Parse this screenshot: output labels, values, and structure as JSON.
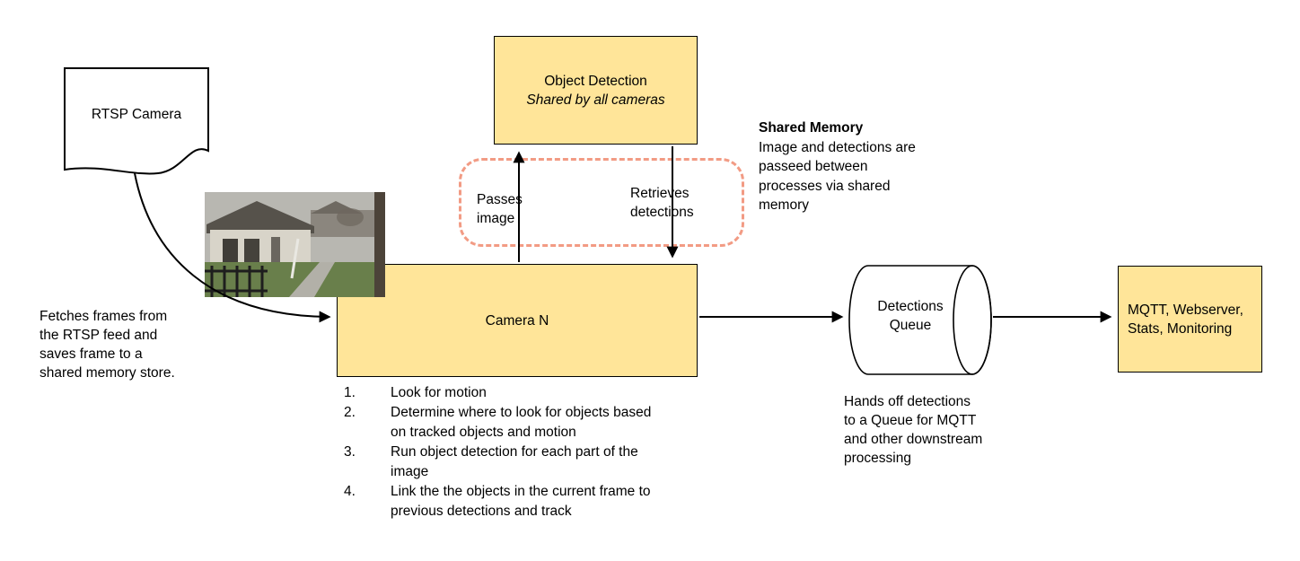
{
  "nodes": {
    "rtsp_camera": {
      "label": "RTSP Camera"
    },
    "object_detection": {
      "title": "Object Detection",
      "subtitle": "Shared by all cameras"
    },
    "camera_n": {
      "label": "Camera N"
    },
    "detections_queue": {
      "label": "Detections Queue"
    },
    "outputs": {
      "label": "MQTT, Webserver, Stats, Monitoring"
    }
  },
  "edge_labels": {
    "passes_image": "Passes image",
    "retrieves_detections": "Retrieves detections"
  },
  "annotations": {
    "shared_memory_title": "Shared Memory",
    "shared_memory_body": "Image and detections are passeed between processes via shared memory",
    "fetch_note": "Fetches frames from the RTSP feed and saves frame to a shared memory store.",
    "queue_note": "Hands off detections to a Queue for MQTT and other downstream processing"
  },
  "steps": [
    "Look for motion",
    "Determine where to look for objects based on tracked objects and motion",
    "Run object detection for each part of the image",
    "Link the the objects in the current frame to previous detections and track"
  ],
  "colors": {
    "node_fill": "#ffe599",
    "node_border": "#000000",
    "shared_memory_dash": "#f29b84",
    "arrow": "#000000",
    "background": "#ffffff"
  }
}
